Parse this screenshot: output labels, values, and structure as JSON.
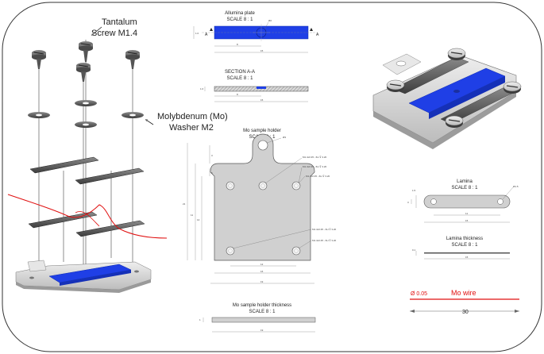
{
  "labels": {
    "tantalum_line1": "Tantalum",
    "tantalum_line2": "Screw M1.4",
    "molybdenum_line1": "Molybdenum (Mo)",
    "molybdenum_line2": "Washer M2"
  },
  "alumina": {
    "title": "Allumina plate",
    "scale": "SCALE 8 : 1",
    "hole": "Ø2",
    "dims": [
      "1.0",
      "8",
      "15"
    ],
    "section_mark": "A"
  },
  "section": {
    "title": "SECTION A-A",
    "scale": "SCALE 8 : 1",
    "dims": [
      "1.0",
      "8",
      "15"
    ]
  },
  "holder": {
    "title": "Mo sample holder",
    "scale": "SCALE 8 : 1",
    "hole": "Ø3",
    "callouts": [
      "M1.4x0.35 - 6H ⊽ 3.20",
      "M1.4x0.35 - 6H ⊽ 3.20",
      "M1.4x0.35 - 6H ⊽ 3.20",
      "M1.4x0.35 - 6H ⊽ 3.20",
      "M1.4x0.35 - 6H ⊽ 3.20"
    ],
    "dims": [
      "3",
      "5",
      "21",
      "11",
      "14",
      "12",
      "16",
      "19"
    ]
  },
  "thickness": {
    "title": "Mo sample holder thickness",
    "scale": "SCALE 8 : 1",
    "dims": [
      "1",
      "19"
    ]
  },
  "lamina": {
    "title": "Lamina",
    "scale": "SCALE 8 : 1",
    "hole": "Ø1.5",
    "dims": [
      "1.5",
      "3",
      "11",
      "15"
    ]
  },
  "lamina_thickness": {
    "title": "Lamina thickness",
    "scale": "SCALE 8 : 1",
    "dims": [
      "0.1",
      "15"
    ]
  },
  "wire": {
    "diameter": "Ø 0.05",
    "name": "Mo wire",
    "length": "30"
  },
  "colors": {
    "blue": "#1f3fe6",
    "metal": "#d3d3d3",
    "dark_metal": "#5a5a5a",
    "wire_red": "#e01010",
    "border": "#333333"
  }
}
